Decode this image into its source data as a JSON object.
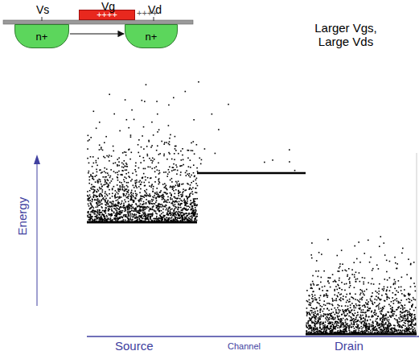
{
  "diagram": {
    "nodes": [
      {
        "text": [
          "n+"
        ]
      },
      {
        "text": [
          "++++"
        ]
      },
      {
        "text": [
          "n+"
        ]
      }
    ],
    "edges": [
      {
        "from": 0,
        "to": 2,
        "arrow": "to"
      }
    ],
    "labels": [
      "Vs",
      "Vg",
      "Vd",
      "++++",
      "Larger Vgs, Large Vds",
      "Energy",
      "Source",
      "Channel",
      "Drain"
    ]
  }
}
